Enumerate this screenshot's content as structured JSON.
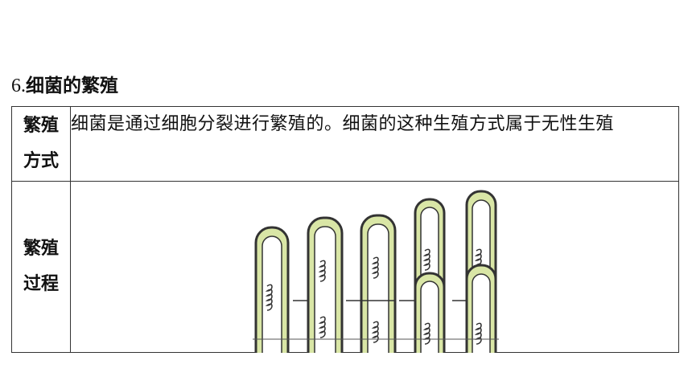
{
  "title": {
    "number": "6.",
    "text": "细菌的繁殖"
  },
  "rows": [
    {
      "head_line1": "繁殖",
      "head_line2": "方式",
      "description": "细菌是通过细胞分裂进行繁殖的。细菌的这种生殖方式属于无性生殖"
    },
    {
      "head_line1": "繁殖",
      "head_line2": "过程",
      "figure": "bacterial-binary-fission-diagram"
    }
  ],
  "colors": {
    "cytoplasm": "#d9e6a6",
    "cell_outline": "#333333",
    "inner_membrane": "#ffffff"
  }
}
